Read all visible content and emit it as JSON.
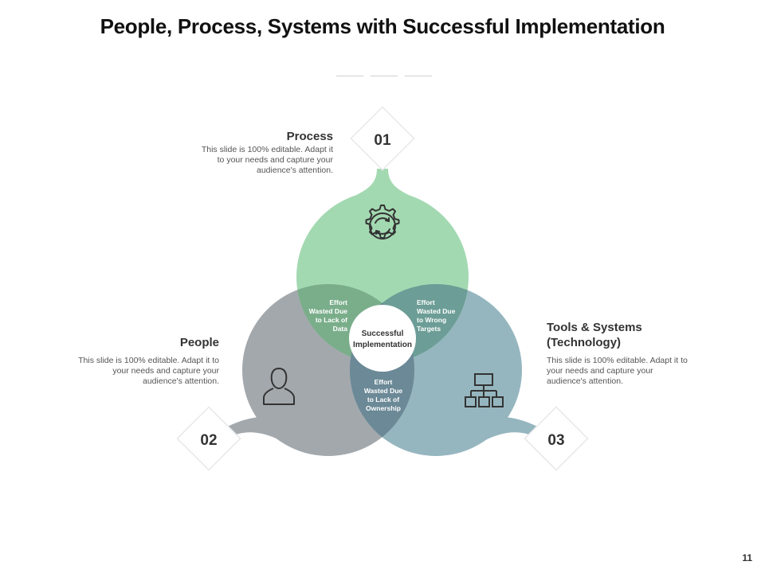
{
  "slide": {
    "title": "People, Process, Systems with Successful Implementation",
    "page_number": "11"
  },
  "center": {
    "line1": "Successful",
    "line2": "Implementation"
  },
  "overlaps": {
    "process_people": [
      "Effort",
      "Wasted Due",
      "to Lack of",
      "Data"
    ],
    "process_systems": [
      "Effort",
      "Wasted Due",
      "to Wrong",
      "Targets"
    ],
    "people_systems": [
      "Effort",
      "Wasted Due",
      "to Lack of",
      "Ownership"
    ]
  },
  "process": {
    "number": "01",
    "heading": "Process",
    "body": [
      "This slide is 100% editable. Adapt it",
      "to your needs and capture your",
      "audience's attention."
    ],
    "icon": "gear-cycle-icon",
    "color": "#a3d9b1"
  },
  "people": {
    "number": "02",
    "heading": "People",
    "body": [
      "This slide is 100% editable. Adapt it to",
      "your needs and capture your",
      "audience's attention."
    ],
    "icon": "person-icon",
    "color": "#a3a8ad"
  },
  "systems": {
    "number": "03",
    "heading": [
      "Tools & Systems",
      "(Technology)"
    ],
    "body": [
      "This slide is 100% editable. Adapt it to",
      "your needs and capture your",
      "audience's attention."
    ],
    "icon": "org-chart-icon",
    "color": "#95b6bf"
  },
  "colors": {
    "overlap_process_people": "#7aae8b",
    "overlap_process_systems": "#6c9d96",
    "overlap_people_systems": "#6b8996",
    "icon_stroke": "#333333",
    "diamond_border": "#e8e8e8"
  }
}
